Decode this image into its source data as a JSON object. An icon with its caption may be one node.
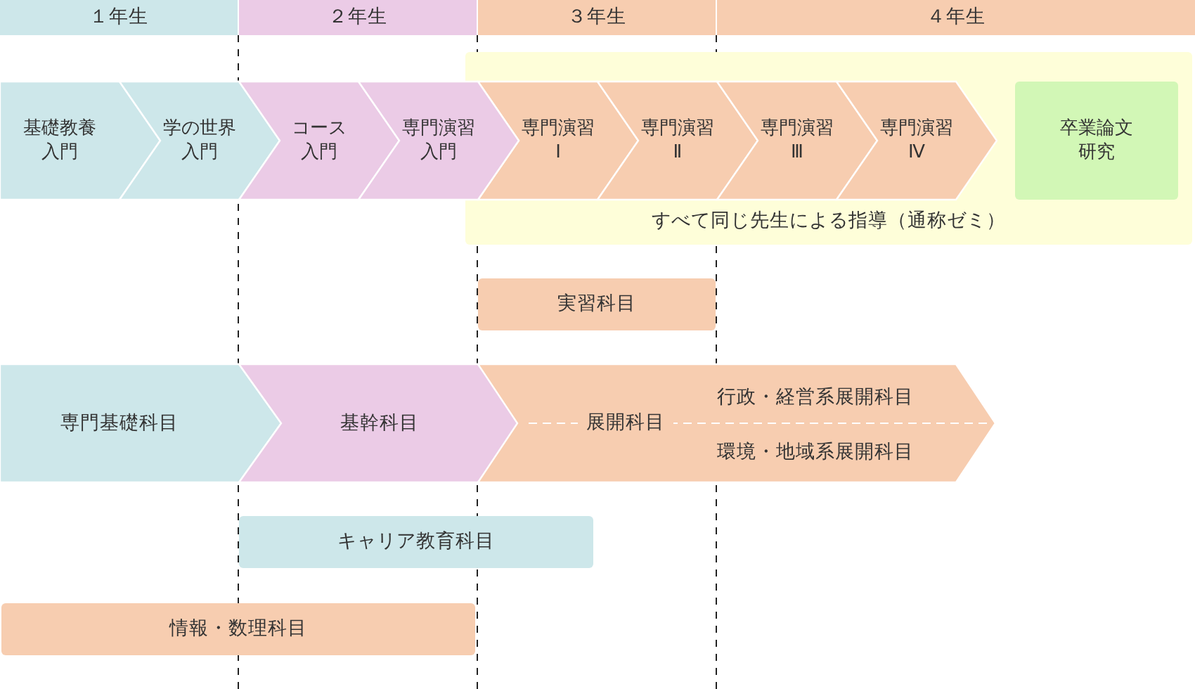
{
  "diagram": {
    "nodes": [
      {
        "text": [
          "１年生"
        ]
      },
      {
        "text": [
          "２年生"
        ]
      },
      {
        "text": [
          "３年生"
        ]
      },
      {
        "text": [
          "４年生"
        ]
      },
      {
        "text": [
          "基礎教養入門"
        ]
      },
      {
        "text": [
          "学の世界入門"
        ]
      },
      {
        "text": [
          "コース入門"
        ]
      },
      {
        "text": [
          "専門演習入門"
        ]
      },
      {
        "text": [
          "すべて同じ先生による指導（通称ゼミ）"
        ]
      },
      {
        "text": [
          "専門演習Ⅰ"
        ],
        "in": 8
      },
      {
        "text": [
          "専門演習Ⅱ"
        ],
        "in": 8
      },
      {
        "text": [
          "専門演習Ⅲ"
        ],
        "in": 8
      },
      {
        "text": [
          "専門演習Ⅳ"
        ],
        "in": 8
      },
      {
        "text": [
          "卒業論文研究"
        ],
        "in": 8
      },
      {
        "text": [
          "実習科目"
        ]
      },
      {
        "text": [
          "専門基礎科目"
        ]
      },
      {
        "text": [
          "基幹科目"
        ]
      },
      {
        "text": [
          "展開科目",
          "行政・経営系展開科目",
          "環境・地域系展開科目"
        ]
      },
      {
        "text": [
          "キャリア教育科目"
        ]
      },
      {
        "text": [
          "情報・数理科目"
        ]
      }
    ]
  }
}
